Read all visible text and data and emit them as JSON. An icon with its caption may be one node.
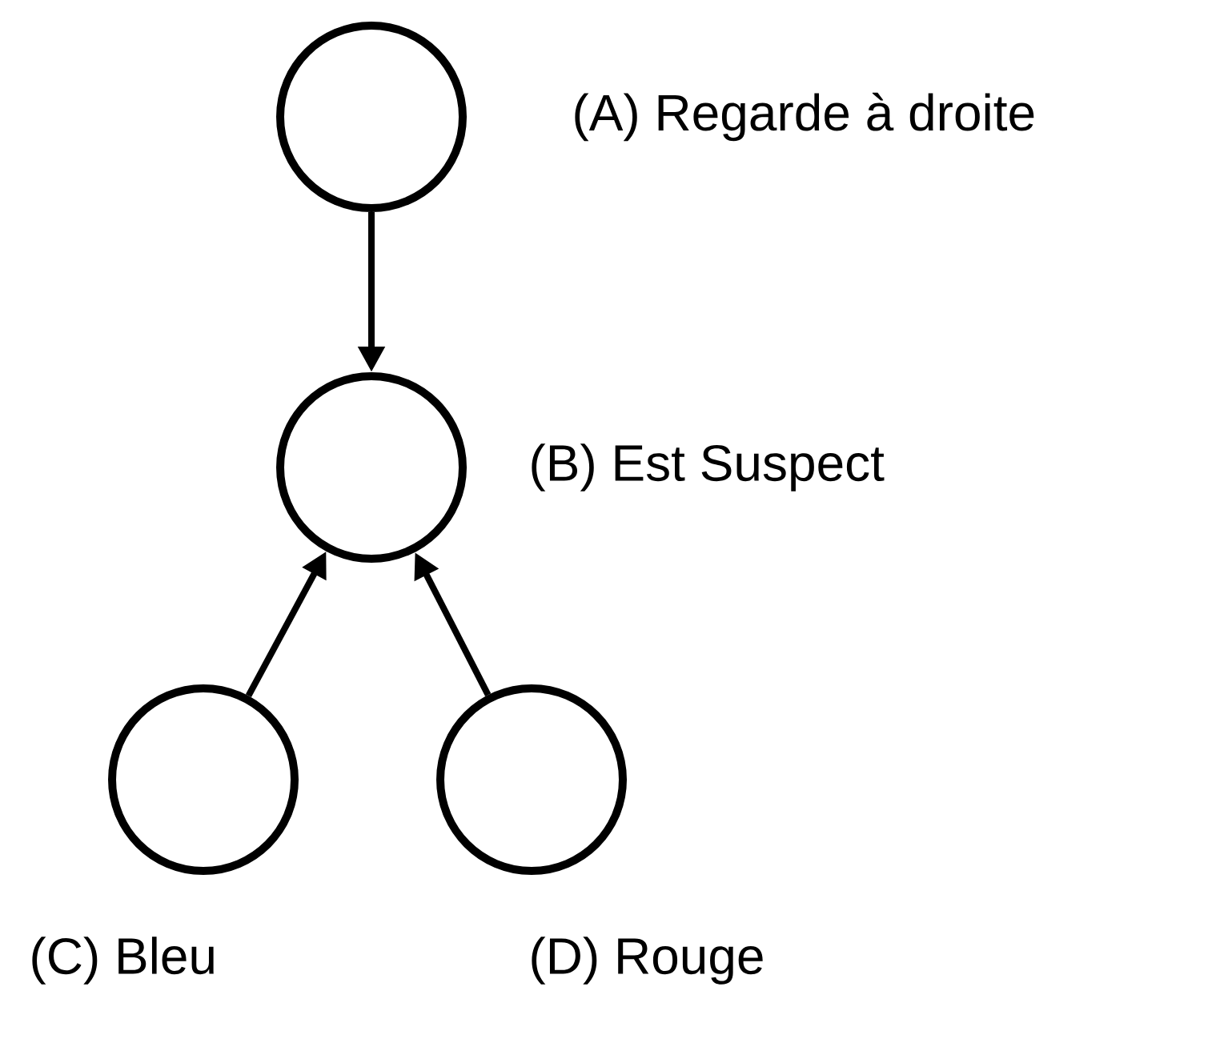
{
  "diagram": {
    "nodes": [
      {
        "text": [],
        "shape": "circle",
        "beside": [
          "(A) Regarde à droite"
        ]
      },
      {
        "text": [],
        "shape": "circle",
        "beside": [
          "(B) Est Suspect"
        ]
      },
      {
        "text": [],
        "shape": "circle",
        "beside": [
          "(C) Bleu"
        ]
      },
      {
        "text": [],
        "shape": "circle",
        "beside": [
          "(D) Rouge"
        ]
      }
    ],
    "edges": [
      {
        "from": 0,
        "to": 1,
        "arrow": "to"
      },
      {
        "from": 2,
        "to": 1,
        "arrow": "to"
      },
      {
        "from": 3,
        "to": 1,
        "arrow": "to"
      }
    ]
  }
}
